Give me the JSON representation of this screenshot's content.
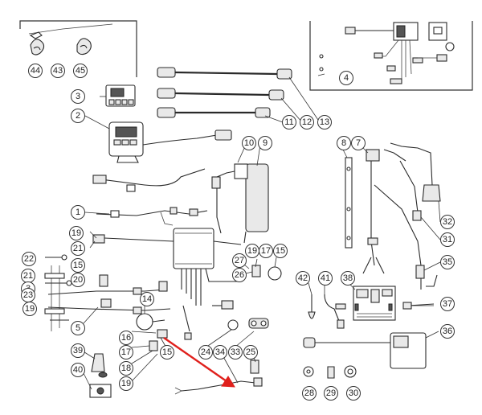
{
  "callouts": [
    {
      "key": "c44",
      "label": "44"
    },
    {
      "key": "c43",
      "label": "43"
    },
    {
      "key": "c45",
      "label": "45"
    },
    {
      "key": "c4",
      "label": "4"
    },
    {
      "key": "c3",
      "label": "3"
    },
    {
      "key": "c2",
      "label": "2"
    },
    {
      "key": "c13",
      "label": "13"
    },
    {
      "key": "c12",
      "label": "12"
    },
    {
      "key": "c11",
      "label": "11"
    },
    {
      "key": "c10",
      "label": "10"
    },
    {
      "key": "c9",
      "label": "9"
    },
    {
      "key": "c8",
      "label": "8"
    },
    {
      "key": "c7",
      "label": "7"
    },
    {
      "key": "c1",
      "label": "1"
    },
    {
      "key": "c32",
      "label": "32"
    },
    {
      "key": "c31",
      "label": "31"
    },
    {
      "key": "c35",
      "label": "35"
    },
    {
      "key": "c19a",
      "label": "19"
    },
    {
      "key": "c21a",
      "label": "21"
    },
    {
      "key": "c22",
      "label": "22"
    },
    {
      "key": "c15a",
      "label": "15"
    },
    {
      "key": "c21b",
      "label": "21"
    },
    {
      "key": "c20",
      "label": "20"
    },
    {
      "key": "c3b",
      "label": "3"
    },
    {
      "key": "c23",
      "label": "23"
    },
    {
      "key": "c19b",
      "label": "19"
    },
    {
      "key": "c27",
      "label": "27"
    },
    {
      "key": "c19c",
      "label": "19"
    },
    {
      "key": "c17a",
      "label": "17"
    },
    {
      "key": "c15b",
      "label": "15"
    },
    {
      "key": "c26",
      "label": "26"
    },
    {
      "key": "c42",
      "label": "42"
    },
    {
      "key": "c41",
      "label": "41"
    },
    {
      "key": "c38",
      "label": "38"
    },
    {
      "key": "c14",
      "label": "14"
    },
    {
      "key": "c5",
      "label": "5"
    },
    {
      "key": "c37",
      "label": "37"
    },
    {
      "key": "c16",
      "label": "16"
    },
    {
      "key": "c17b",
      "label": "17"
    },
    {
      "key": "c18",
      "label": "18"
    },
    {
      "key": "c19d",
      "label": "19"
    },
    {
      "key": "c15c",
      "label": "15"
    },
    {
      "key": "c24",
      "label": "24"
    },
    {
      "key": "c34",
      "label": "34"
    },
    {
      "key": "c33",
      "label": "33"
    },
    {
      "key": "c25",
      "label": "25"
    },
    {
      "key": "c36",
      "label": "36"
    },
    {
      "key": "c39",
      "label": "39"
    },
    {
      "key": "c40",
      "label": "40"
    },
    {
      "key": "c28",
      "label": "28"
    },
    {
      "key": "c29",
      "label": "29"
    },
    {
      "key": "c30",
      "label": "30"
    }
  ],
  "highlight": {
    "color": "#e0201c",
    "points_to": "34"
  },
  "colors": {
    "line": "#2a2a2a",
    "background": "#ffffff"
  }
}
